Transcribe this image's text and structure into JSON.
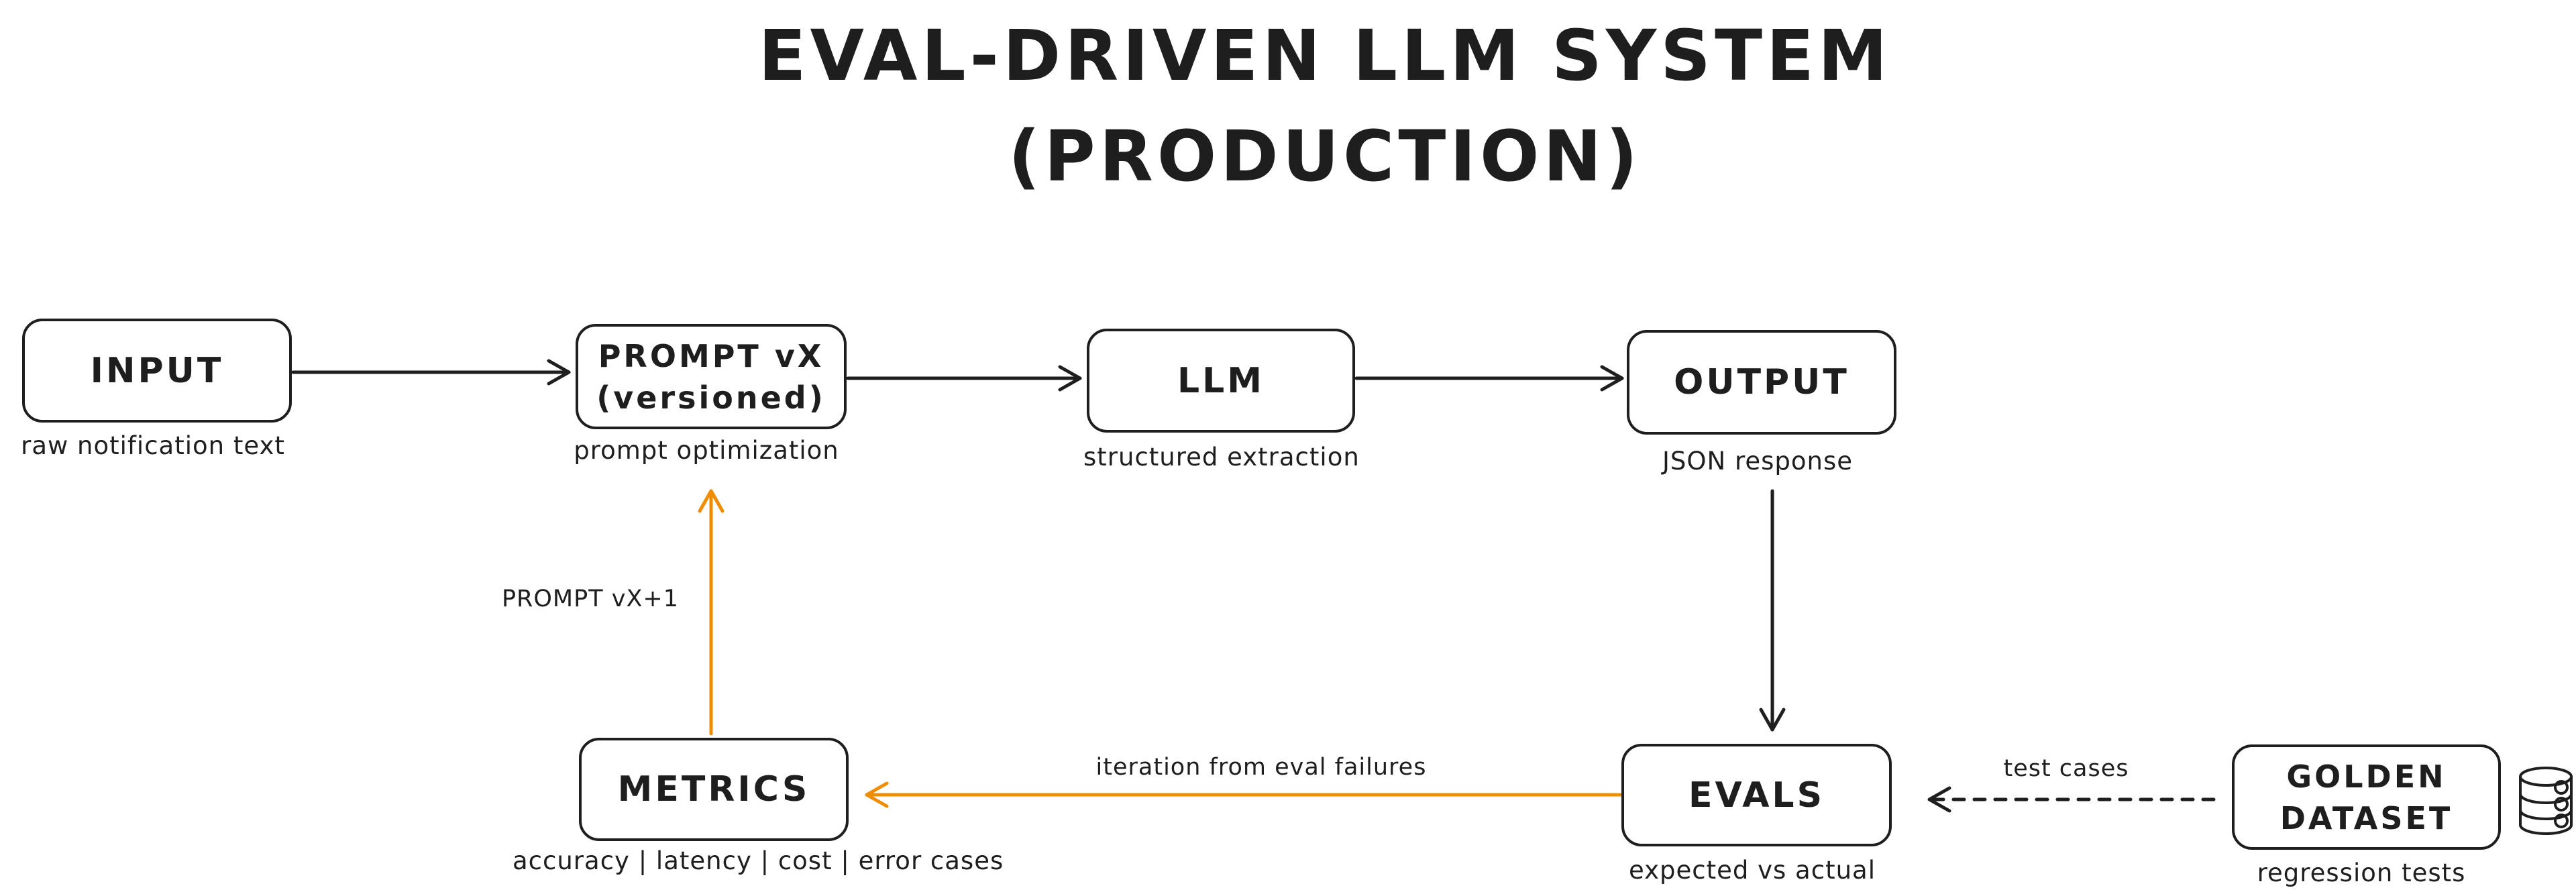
{
  "title": {
    "line1": "EVAL-DRIVEN LLM SYSTEM",
    "line2": "(PRODUCTION)"
  },
  "nodes": {
    "input": {
      "label": "INPUT",
      "sublabel": "raw notification text"
    },
    "prompt": {
      "line1": "PROMPT vX",
      "line2": "(versioned)",
      "sublabel": "prompt optimization"
    },
    "llm": {
      "label": "LLM",
      "sublabel": "structured extraction"
    },
    "output": {
      "label": "OUTPUT",
      "sublabel": "JSON response"
    },
    "metrics": {
      "label": "METRICS",
      "sublabel": "accuracy | latency | cost | error cases"
    },
    "evals": {
      "label": "EVALS",
      "sublabel": "expected vs actual"
    },
    "golden": {
      "line1": "GOLDEN",
      "line2": "DATASET",
      "sublabel": "regression tests"
    }
  },
  "edges": {
    "input_to_prompt": {
      "label": ""
    },
    "prompt_to_llm": {
      "label": ""
    },
    "llm_to_output": {
      "label": ""
    },
    "output_to_evals": {
      "label": ""
    },
    "evals_to_metrics": {
      "label": "iteration from eval failures"
    },
    "metrics_to_prompt": {
      "label": "PROMPT vX+1"
    },
    "golden_to_evals": {
      "label": "test cases"
    }
  },
  "icons": {
    "database": "database-cylinder-icon"
  },
  "colors": {
    "stroke": "#1e1e1e",
    "accent_orange": "#f08c00",
    "background": "#ffffff"
  }
}
